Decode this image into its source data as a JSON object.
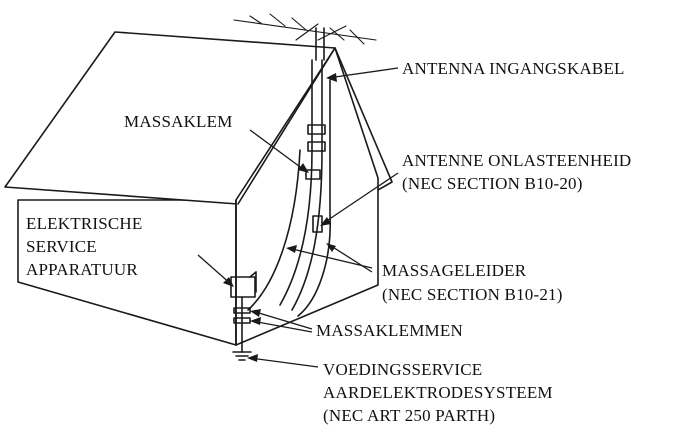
{
  "labels": {
    "antenna_lead_in": "ANTENNA INGANGSKABEL",
    "ground_clamp": "MASSAKLEM",
    "discharge_unit_line1": "ANTENNE ONLASTEENHEID",
    "discharge_unit_line2": "(NEC SECTION B10-20)",
    "service_equipment_line1": "ELEKTRISCHE",
    "service_equipment_line2": "SERVICE",
    "service_equipment_line3": "APPARATUUR",
    "grounding_conductors_line1": "MASSAGELEIDER",
    "grounding_conductors_line2": "(NEC SECTION B10-21)",
    "ground_clamps": "MASSAKLEMMEN",
    "electrode_system_line1": "VOEDINGSSERVICE",
    "electrode_system_line2": "AARDELEKTRODESYSTEEM",
    "electrode_system_line3": "(NEC ART 250 PARTH)"
  },
  "colors": {
    "ink": "#1a1a1a",
    "background": "#ffffff"
  }
}
